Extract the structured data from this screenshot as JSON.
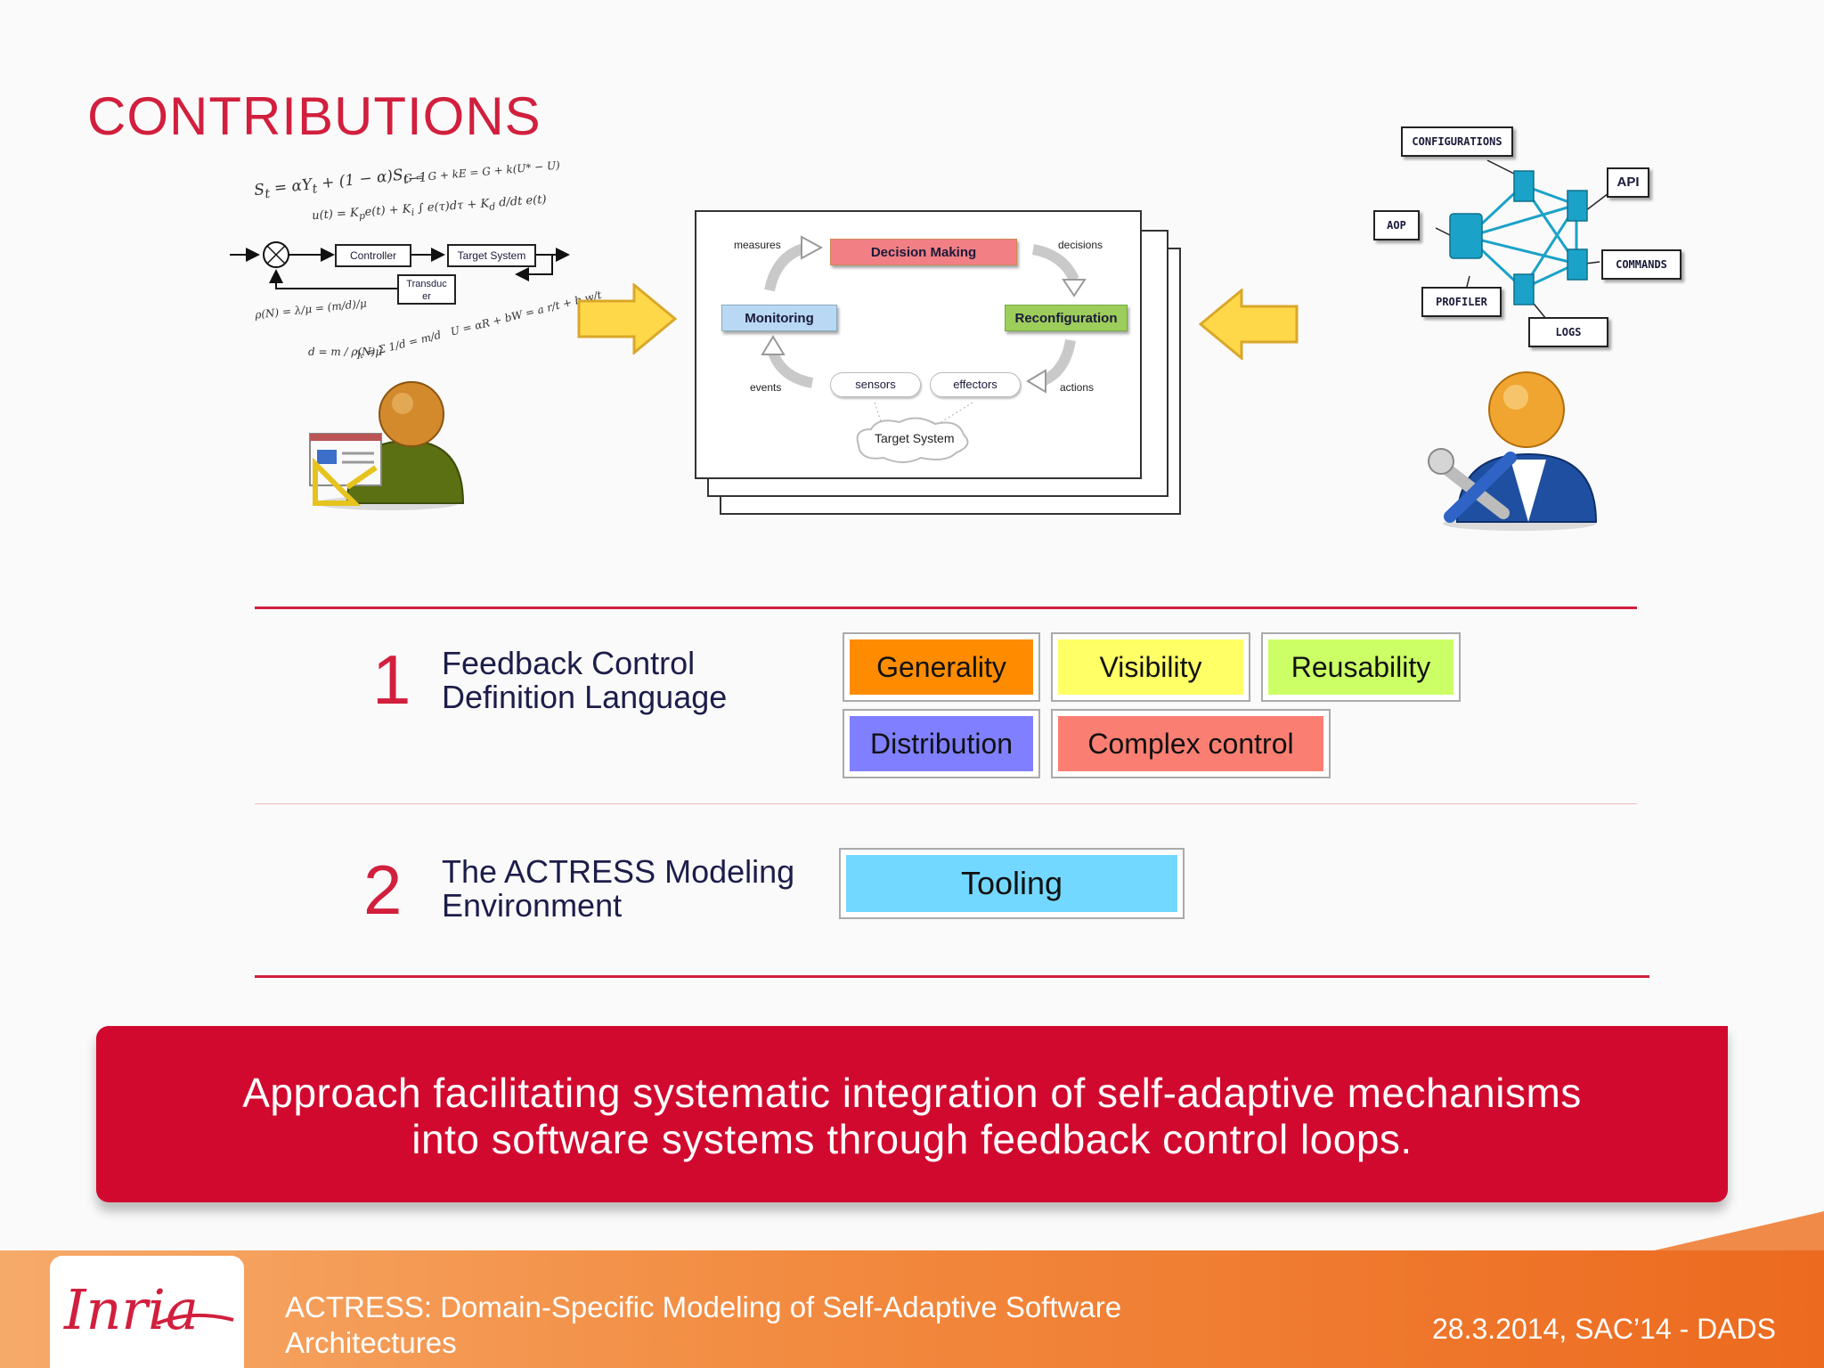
{
  "slide": {
    "title": "CONTRIBUTIONS"
  },
  "control_diagram": {
    "controller_label": "Controller",
    "target_label": "Target System",
    "transducer_label": "Transduc\ner"
  },
  "loop_diagram": {
    "decision": "Decision Making",
    "monitoring": "Monitoring",
    "reconfiguration": "Reconfiguration",
    "sensors": "sensors",
    "effectors": "effectors",
    "target": "Target System",
    "measures": "measures",
    "decisions": "decisions",
    "events": "events",
    "actions": "actions"
  },
  "infra_diagram": {
    "configurations": "CONFIGURATIONS",
    "api": "API",
    "aop": "AOP",
    "commands": "COMMANDS",
    "profiler": "PROFILER",
    "logs": "LOGS"
  },
  "sections": [
    {
      "number": "1",
      "line1": "Feedback Control",
      "line2": "Definition Language"
    },
    {
      "number": "2",
      "line1": "The ACTRESS Modeling",
      "line2": "Environment"
    }
  ],
  "chips": {
    "generality": {
      "label": "Generality",
      "color": "#ff8c00"
    },
    "visibility": {
      "label": "Visibility",
      "color": "#ffff66"
    },
    "reusability": {
      "label": "Reusability",
      "color": "#ccff66"
    },
    "distribution": {
      "label": "Distribution",
      "color": "#7f7fff"
    },
    "complex": {
      "label": "Complex control",
      "color": "#fa7f72"
    },
    "tooling": {
      "label": "Tooling",
      "color": "#73d8ff"
    }
  },
  "banner": {
    "line1": "Approach facilitating systematic integration of self-adaptive mechanisms",
    "line2": "into software systems through feedback control loops."
  },
  "footer": {
    "title_line1": "ACTRESS: Domain-Specific Modeling of Self-Adaptive Software",
    "title_line2": "Architectures",
    "date": "28.3.2014, SAC’14 - DADS",
    "logo_text": "Inria"
  },
  "icons": {
    "engineer": "person-with-drafting-board-icon",
    "admin": "person-with-wrench-icon",
    "arrow_right": "yellow-right-arrow-icon",
    "arrow_left": "yellow-left-arrow-icon"
  }
}
